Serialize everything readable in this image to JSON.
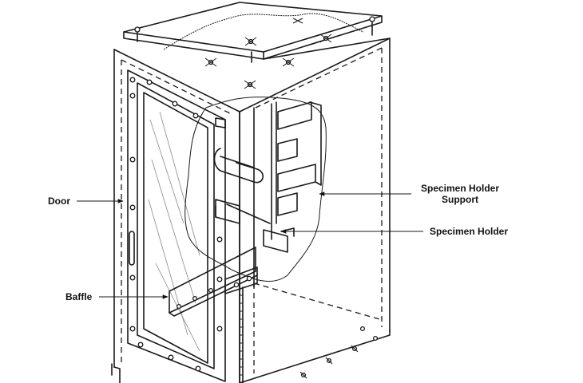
{
  "labels": {
    "door": "Door",
    "baffle": "Baffle",
    "specimen_holder_support_line1": "Specimen Holder",
    "specimen_holder_support_line2": "Support",
    "specimen_holder": "Specimen Holder"
  }
}
